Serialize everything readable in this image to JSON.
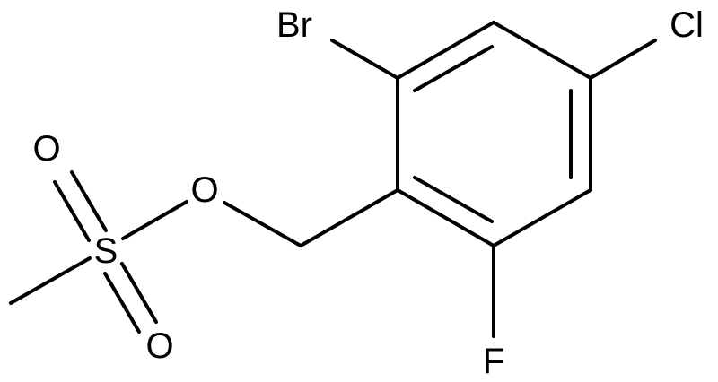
{
  "molecule": {
    "labels": {
      "br": "Br",
      "cl": "Cl",
      "f": "F",
      "o_ester": "O",
      "s": "S",
      "o_top": "O",
      "o_bottom": "O"
    }
  },
  "colors": {
    "bond": "#000000",
    "background": "#ffffff"
  }
}
